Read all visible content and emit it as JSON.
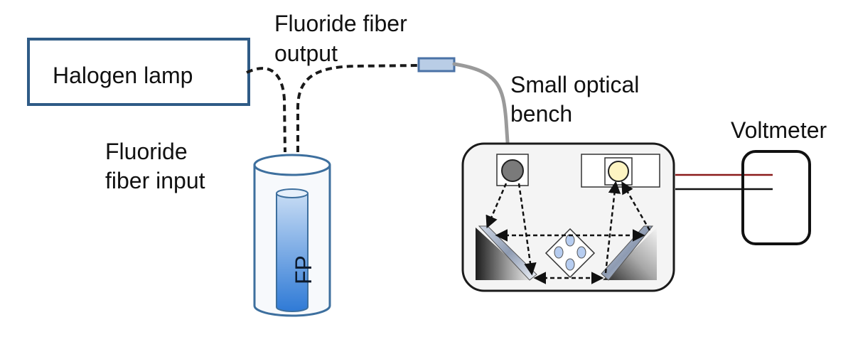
{
  "labels": {
    "halogen_lamp": "Halogen lamp",
    "fiber_output_line1": "Fluoride fiber",
    "fiber_output_line2": "output",
    "fiber_input_line1": "Fluoride",
    "fiber_input_line2": "fiber input",
    "bench_line1": "Small optical",
    "bench_line2": "bench",
    "voltmeter": "Voltmeter",
    "sample": "FP"
  },
  "colors": {
    "lamp_border": "#2f5b86",
    "connector_fill": "#b9cde6",
    "connector_border": "#4a72a6",
    "fiber_dash": "#1a1a1a",
    "gray_cable": "#9a9a9a",
    "tube_outline": "#3d6f9e",
    "tube_fill": "#f7f9fc",
    "sample_top": "#c7dcf4",
    "sample_bottom": "#2f7ad6",
    "bench_fill": "#f4f4f4",
    "bench_border": "#1a1a1a",
    "voltmeter_border": "#111111",
    "wire_red": "#8b1a1a",
    "wire_black": "#111111",
    "detector_fill": "#fdf4c2",
    "source_fill": "#7a7a7a",
    "cuvette_fill": "#b7cdf0"
  }
}
